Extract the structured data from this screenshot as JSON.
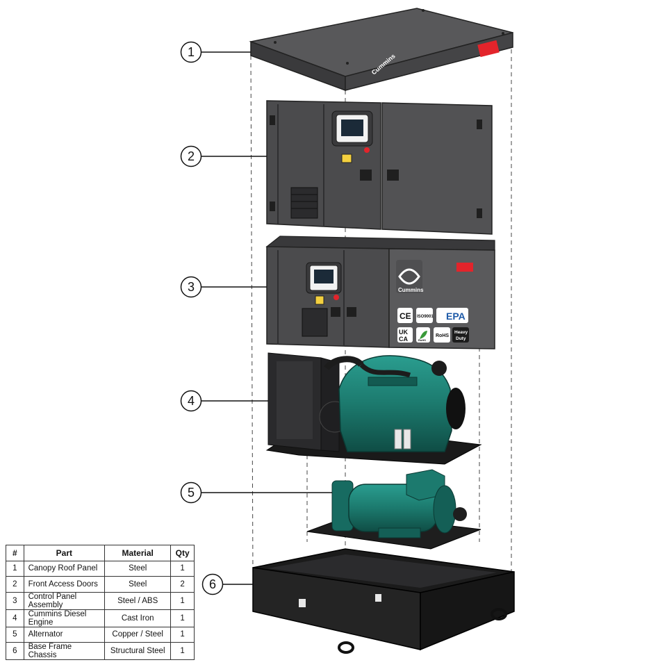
{
  "callouts": [
    "1",
    "2",
    "3",
    "4",
    "5",
    "6"
  ],
  "brand": {
    "name": "Cummins",
    "accent": "#e3242b",
    "component_color": "#1c7a6e",
    "housing_color": "#4a4a4c"
  },
  "certifications": [
    "CE",
    "ISO9001",
    "EPA",
    "UK CA",
    "RoHS",
    "RoHS",
    "Heavy Duty"
  ],
  "certification_lines": {
    "ukca_top": "UK",
    "ukca_bottom": "CA",
    "heavy_top": "Heavy",
    "heavy_bottom": "Duty"
  },
  "table": {
    "headers": [
      "#",
      "Part",
      "Material",
      "Qty"
    ],
    "rows": [
      {
        "num": "1",
        "part": "Canopy Roof Panel",
        "material": "Steel",
        "qty": "1"
      },
      {
        "num": "2",
        "part": "Front Access Doors",
        "material": "Steel",
        "qty": "2"
      },
      {
        "num": "3",
        "part": "Control Panel Assembly",
        "material": "Steel / ABS",
        "qty": "1"
      },
      {
        "num": "4",
        "part": "Cummins Diesel Engine",
        "material": "Cast Iron",
        "qty": "1"
      },
      {
        "num": "5",
        "part": "Alternator",
        "material": "Copper / Steel",
        "qty": "1"
      },
      {
        "num": "6",
        "part": "Base Frame Chassis",
        "material": "Structural Steel",
        "qty": "1"
      }
    ]
  }
}
